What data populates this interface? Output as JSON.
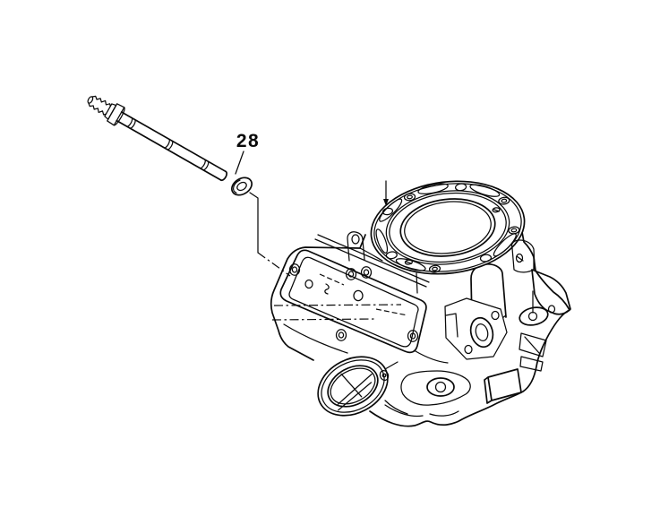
{
  "figure": {
    "type": "exploded-parts-diagram",
    "subject": "engine cylinder assembly",
    "background_color": "#ffffff",
    "line_color": "#0a0a0a"
  },
  "callout": {
    "label": "28",
    "part": "washer"
  },
  "parts": [
    {
      "name": "cylinder-stud-bolt"
    },
    {
      "name": "washer",
      "callout": "28"
    },
    {
      "name": "cylinder-assembly"
    }
  ]
}
